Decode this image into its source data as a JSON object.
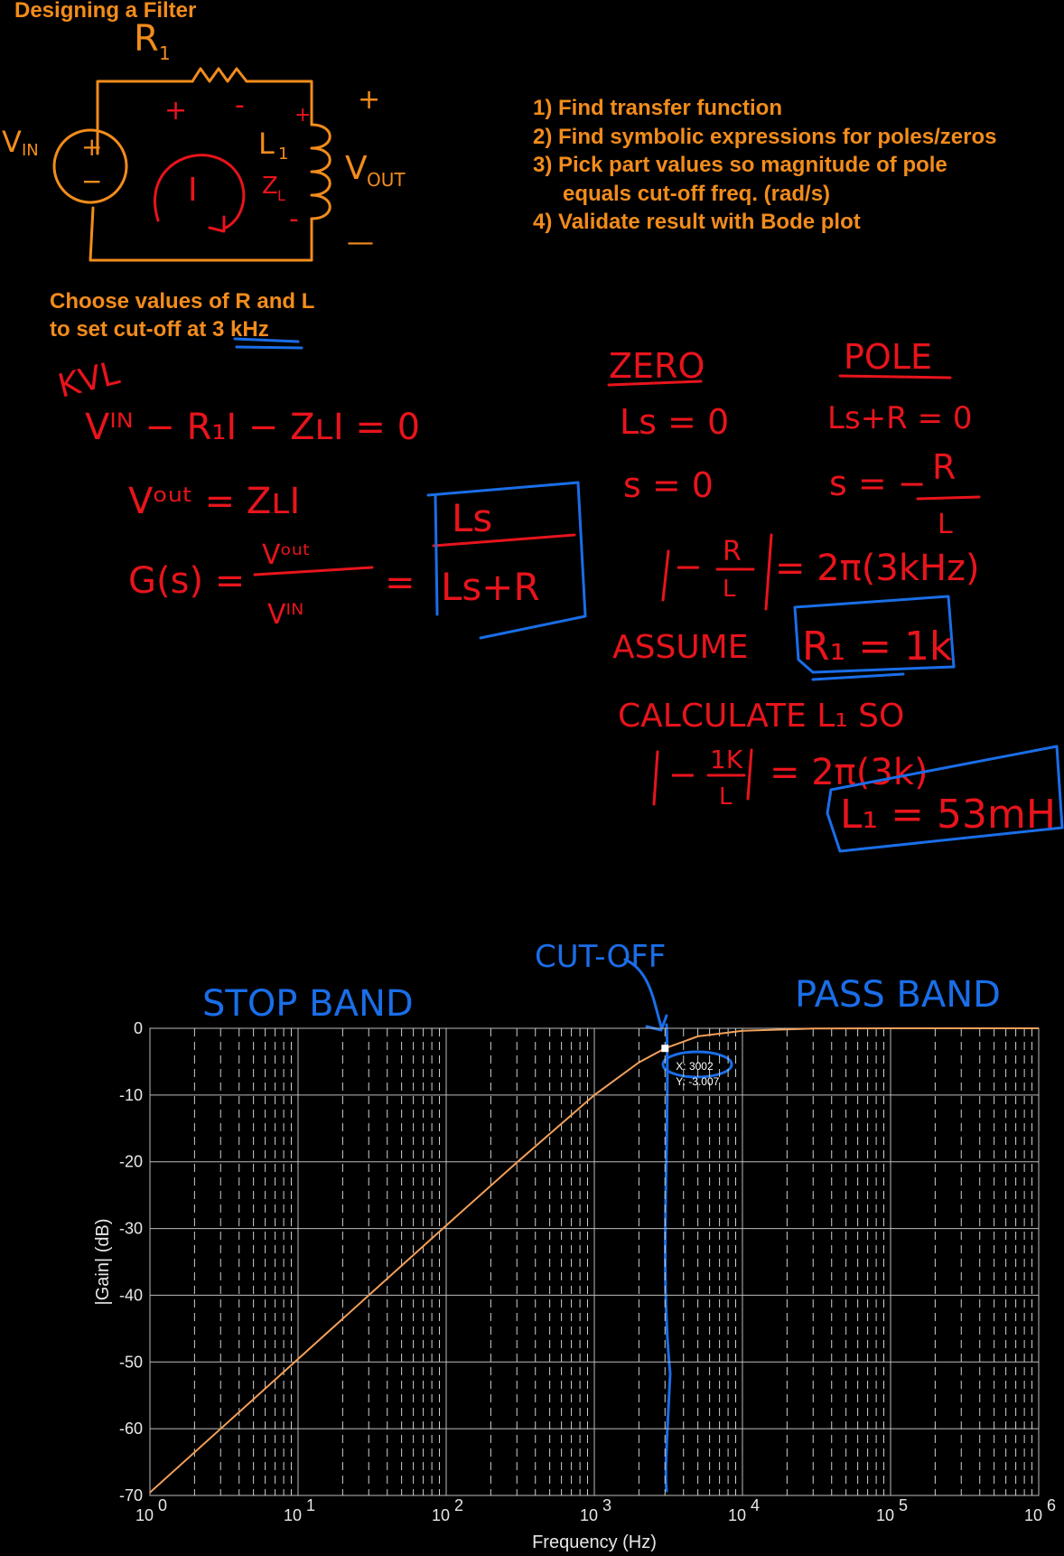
{
  "title": "Designing a Filter",
  "steps": [
    "1) Find transfer function",
    "2) Find symbolic expressions for poles/zeros",
    "3) Pick part values so magnitude of pole",
    "equals cut-off freq. (rad/s)",
    "4) Validate result with Bode plot"
  ],
  "choose": {
    "line1": "Choose values of R and L",
    "line2_prefix": "to set cut-off at ",
    "line2_emph": "3 kHz"
  },
  "colors": {
    "orange": "#f28c1c",
    "red": "#e8141c",
    "blue": "#1a6ee8",
    "curve": "#f2a05a",
    "grid": "#cfcfcf"
  },
  "circuit": {
    "resistor_label": "R",
    "resistor_sub": "1",
    "source_label": "V",
    "source_sub": "IN",
    "source_plus": "+",
    "source_minus": "−",
    "inductor_label": "L",
    "inductor_sub": "1",
    "output_label": "V",
    "output_sub": "OUT",
    "output_plus": "+",
    "output_minus": "—",
    "current_label": "I",
    "impedance_label": "Z",
    "impedance_sub": "L",
    "r_plus": "+",
    "r_minus": "-",
    "l_plus": "+",
    "l_minus": "-"
  },
  "notes": {
    "kvl_label": "KVL",
    "kvl_eq": "Vᴵᴺ − R₁I − ZʟI = 0",
    "vout_eq": "Vᵒᵘᵗ = ZʟI",
    "g_lhs": "G(s) =",
    "g_num": "Vᵒᵘᵗ",
    "g_den": "Vᴵᴺ",
    "g_eq": "=",
    "tf_num": "Ls",
    "tf_den": "Ls+R",
    "zero_head": "ZERO",
    "zero_eq1": "Ls = 0",
    "zero_eq2": "s = 0",
    "pole_head": "POLE",
    "pole_eq1": "Ls+R = 0",
    "pole_eq2_lhs": "s = −",
    "pole_eq2_num": "R",
    "pole_eq2_den": "L",
    "mag_lhs": "−",
    "mag_num": "R",
    "mag_den": "L",
    "mag_rhs": "= 2π(3kHz)",
    "assume_label": "ASSUME",
    "assume_value": "R₁ = 1k",
    "calc_label": "CALCULATE  L₁ SO",
    "calc_lhs": "−",
    "calc_num": "1K",
    "calc_den": "L",
    "calc_rhs": "= 2π(3k)",
    "result": "L₁ = 53mH"
  },
  "annotations": {
    "stop_band": "STOP BAND",
    "pass_band": "PASS BAND",
    "cutoff": "CUT-OFF"
  },
  "chart_data": {
    "type": "line",
    "xscale": "log",
    "xlim": [
      1,
      1000000
    ],
    "ylim": [
      -70,
      0
    ],
    "xlabel": "Frequency (Hz)",
    "ylabel": "|Gain| (dB)",
    "grid": true,
    "x_ticks": [
      {
        "base": "10",
        "exp": "0"
      },
      {
        "base": "10",
        "exp": "1"
      },
      {
        "base": "10",
        "exp": "2"
      },
      {
        "base": "10",
        "exp": "3"
      },
      {
        "base": "10",
        "exp": "4"
      },
      {
        "base": "10",
        "exp": "5"
      },
      {
        "base": "10",
        "exp": "6"
      }
    ],
    "y_ticks": [
      "0",
      "-10",
      "-20",
      "-30",
      "-40",
      "-50",
      "-60",
      "-70"
    ],
    "series": [
      {
        "x": [
          1,
          10,
          100,
          300,
          1000,
          2000,
          3002,
          5000,
          10000,
          30000,
          100000,
          1000000
        ],
        "y": [
          -69.55,
          -49.55,
          -29.55,
          -20.1,
          -10.0,
          -5.1,
          -3.007,
          -1.2,
          -0.38,
          -0.04,
          -0.004,
          0
        ]
      }
    ],
    "cursor": {
      "x_label": "X: 3002",
      "y_label": "Y: -3.007",
      "x": 3002,
      "y": -3.007
    }
  }
}
